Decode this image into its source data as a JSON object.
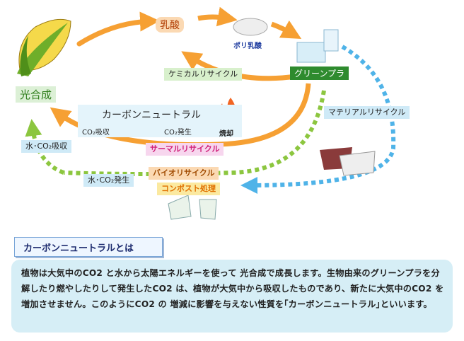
{
  "diagram": {
    "photosynthesis": "光合成",
    "lactic_acid": "乳酸",
    "polylactic_acid": "ポリ乳酸",
    "green_plastic": "グリーンプラ",
    "chemical_recycle": "ケミカルリサイクル",
    "material_recycle": "マテリアルリサイクル",
    "carbon_neutral": "カーボンニュートラル",
    "co2_absorb": "CO₂吸収",
    "co2_emit": "CO₂発生",
    "burning": "焼却",
    "thermal_recycle": "サーマルリサイクル",
    "water_co2_absorb": "水･CO₂吸収",
    "water_co2_emit": "水･CO₂発生",
    "bio_recycle": "バイオリサイクル",
    "compost": "コンポスト処理"
  },
  "explanation": {
    "title": "カーボンニュートラルとは",
    "body": "植物は大気中のCO2 と水から太陽エネルギーを使って 光合成で成長します。生物由来のグリーンプラを分解したり燃やしたりして発生したCO2 は、植物が大気中から吸収したものであり、新たに大気中のCO2 を増加させません。このようにCO2 の 増減に影響を与えない性質を｢カーボンニュートラル｣といいます。"
  },
  "colors": {
    "orange_arrow": "#f6a033",
    "green_arrow": "#8cc63f",
    "blue_arrow": "#4fb3e8"
  }
}
